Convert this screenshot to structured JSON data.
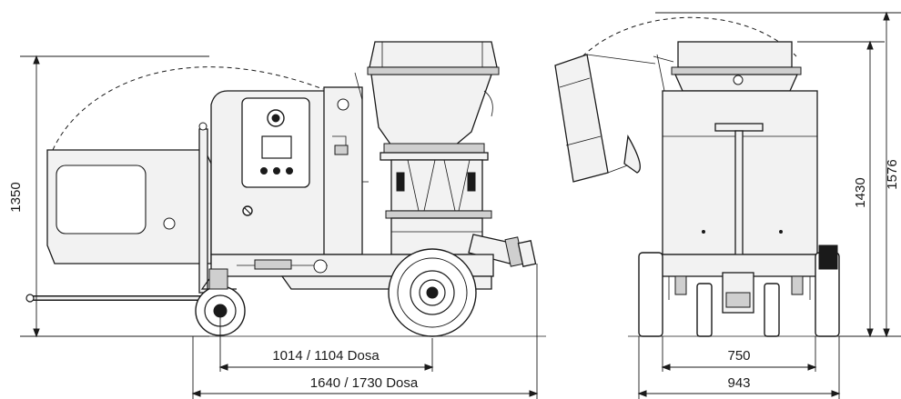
{
  "dimensions": {
    "side_height": "1350",
    "wheelbase": "1014 / 1104 Dosa",
    "overall_length": "1640 / 1730 Dosa",
    "front_height_body": "1430",
    "front_height_total": "1576",
    "track_width": "750",
    "overall_width": "943"
  },
  "colors": {
    "line": "#1a1a1a",
    "body_fill": "#f2f2f2",
    "background": "#ffffff"
  }
}
